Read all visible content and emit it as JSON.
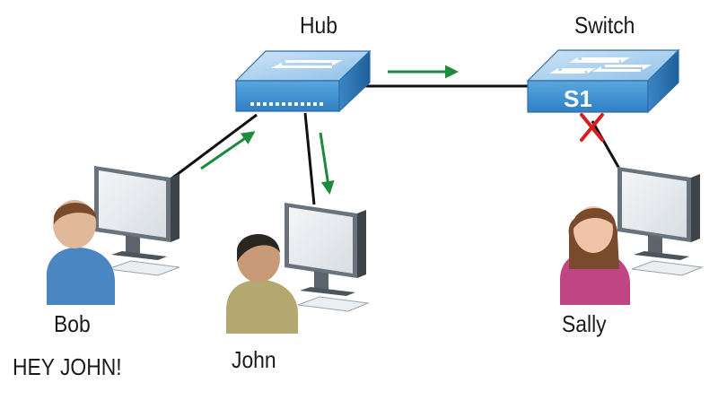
{
  "diagram": {
    "devices": {
      "hub": {
        "label": "Hub"
      },
      "switch": {
        "label": "Switch",
        "id_text": "S1"
      }
    },
    "hosts": {
      "bob": {
        "name": "Bob",
        "message": "HEY JOHN!"
      },
      "john": {
        "name": "John"
      },
      "sally": {
        "name": "Sally"
      }
    },
    "colors": {
      "arrow": "#1e8a3c",
      "blocked_mark": "#d81e1e",
      "device_blue": "#4e9ad3",
      "bob_shirt": "#4a86c2",
      "john_shirt": "#b3a870",
      "sally_shirt": "#c04584"
    }
  }
}
